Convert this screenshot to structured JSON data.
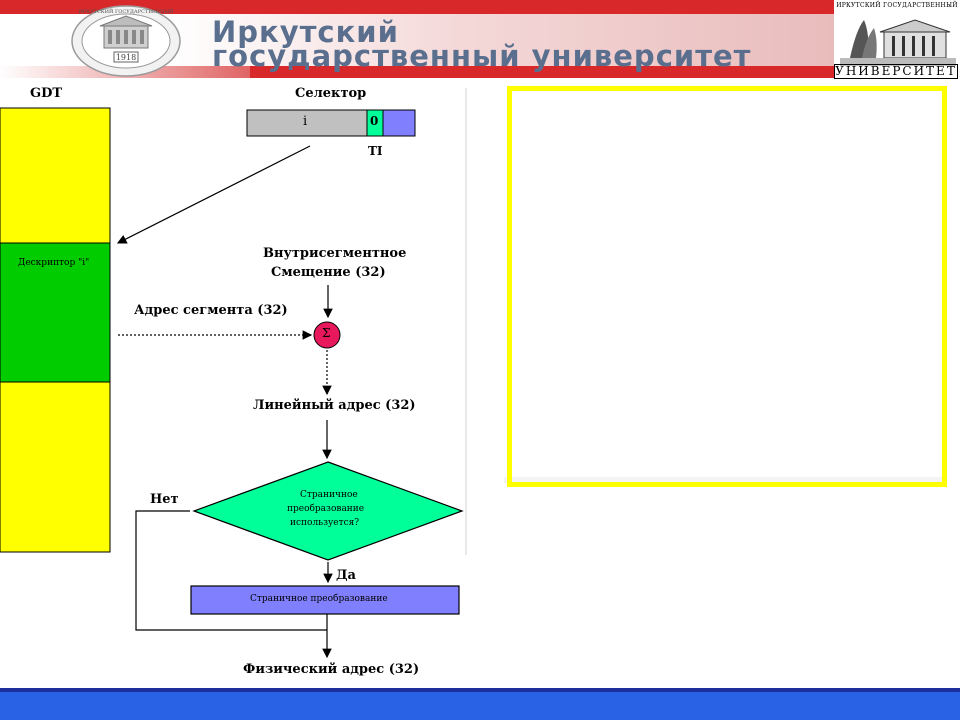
{
  "header": {
    "title_line1": "Иркутский",
    "title_line2": "государственный университет",
    "emblem_year": "1918",
    "emblem_text": "ИРКУТСКИЙ ГОСУДАРСТВЕННЫЙ",
    "logo_top": "ИРКУТСКИЙ ГОСУДАРСТВЕННЫЙ",
    "logo_bottom": "УНИВЕРСИТЕТ"
  },
  "diagram": {
    "gdt_label": "GDT",
    "selector_label": "Селектор",
    "selector_index": "i",
    "selector_ti_value": "0",
    "ti_label": "TI",
    "descriptor_label": "Дескриптор \"i\"",
    "offset_label_line1": "Внутрисегментное",
    "offset_label_line2": "Смещение (32)",
    "segment_address_label": "Адрес сегмента (32)",
    "sum_symbol": "Σ",
    "linear_address_label": "Линейный адрес (32)",
    "decision_line1": "Страничное",
    "decision_line2": "преобразование",
    "decision_line3": "используется?",
    "no_label": "Нет",
    "yes_label": "Да",
    "paging_box_label": "Страничное преобразование",
    "physical_address_label": "Физический адрес (32)"
  },
  "colors": {
    "header_red": "#d8282a",
    "gdt_yellow": "#ffff00",
    "descriptor_green": "#00cc00",
    "decision_green": "#00ff99",
    "sum_pink": "#e8185c",
    "paging_blue": "#8080ff",
    "frame_yellow": "#ffff00",
    "footer_blue": "#2a62e6"
  }
}
